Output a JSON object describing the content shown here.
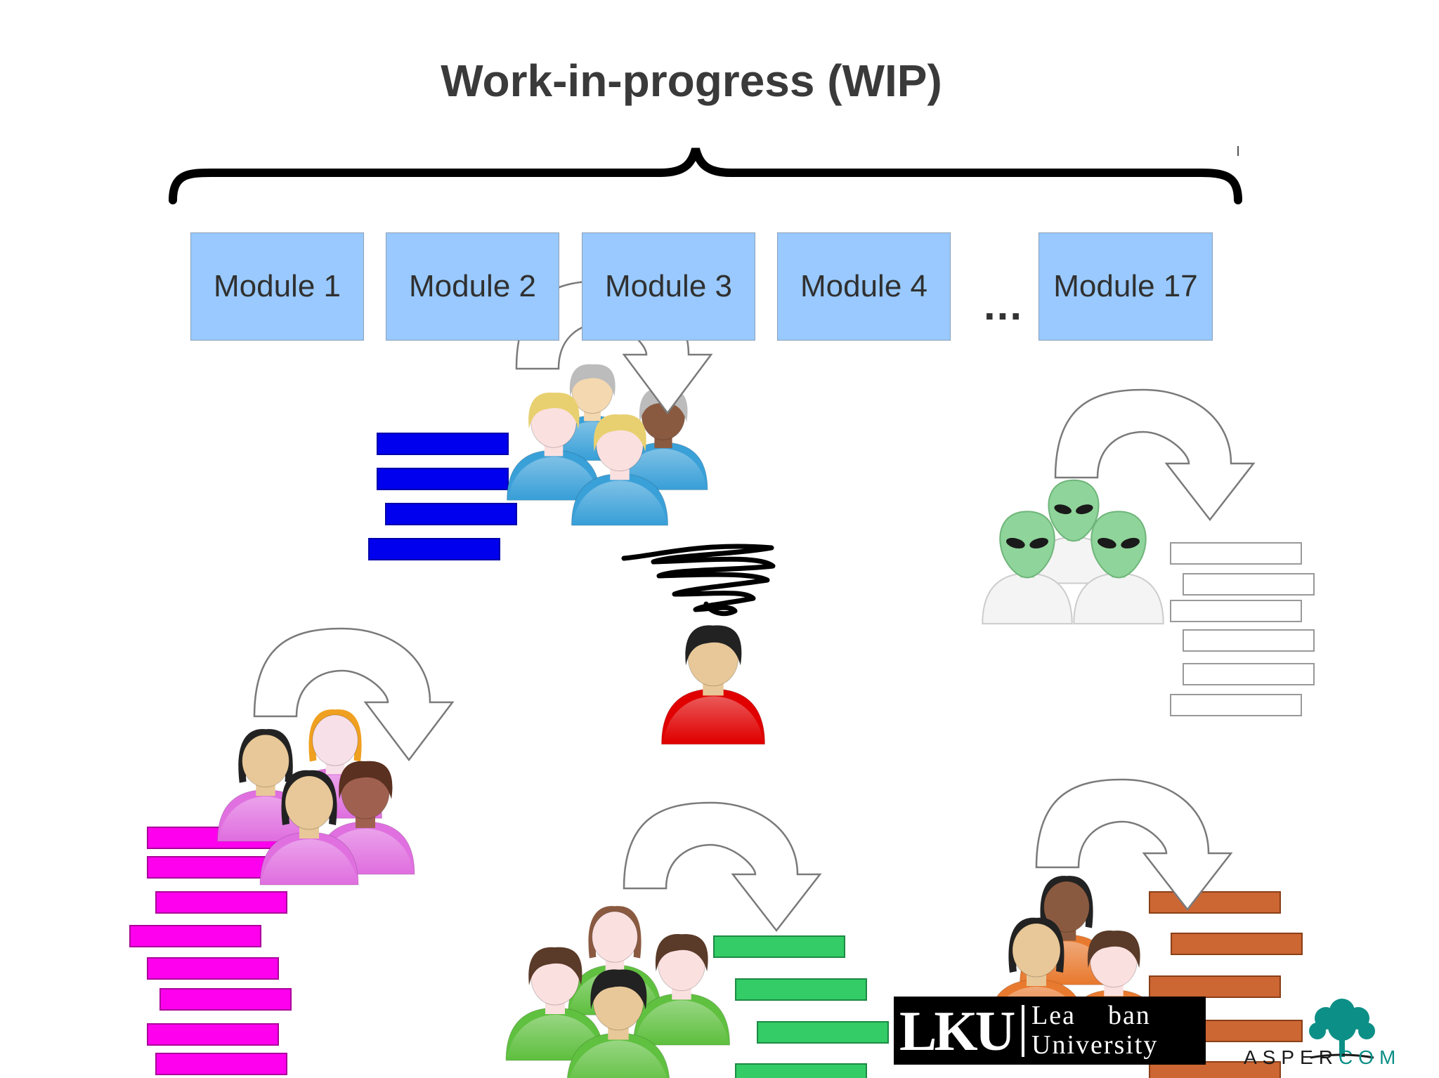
{
  "title": "Work-in-progress (WIP)",
  "modules": [
    "Module 1",
    "Module 2",
    "Module 3",
    "Module 4",
    "Module 17"
  ],
  "ellipsis": "...",
  "logos": {
    "lku_mark": "LKU",
    "lku_name_line1": "Lea    ban",
    "lku_name_line2": "University",
    "aspercom_dark": "ASPER",
    "aspercom_accent": "COM"
  },
  "colors": {
    "module_fill": "#99c9fe",
    "team_blue_bars": "#0000ee",
    "team_alien_bars": "#ffffff",
    "team_pink_bars": "#ff00ee",
    "team_green_bars": "#33cc66",
    "team_orange_bars": "#cc6633",
    "individual_shirt": "#e00000",
    "aspercom_accent": "#0c8f86"
  },
  "icons": [
    "curved-arrow-icon",
    "team-blue-icon",
    "team-alien-icon",
    "team-pink-icon",
    "team-green-icon",
    "team-orange-icon",
    "person-red-icon",
    "scribble-icon",
    "tree-icon"
  ]
}
